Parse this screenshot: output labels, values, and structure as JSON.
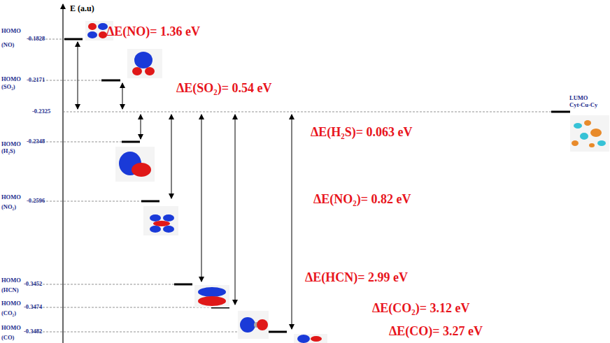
{
  "diagram": {
    "labels": [
      "E (a.u)",
      "HOMO",
      "-0.1828",
      "(NO)",
      "ΔE(NO)= 1.36 eV",
      "HOMO",
      "-0.2171",
      "(SO₂)",
      "ΔE(SO₂)= 0.54 eV",
      "-0.2325",
      "HOMO",
      "-0.2348",
      "(H₂S)",
      "ΔE(H₂S)= 0.063 eV",
      "HOMO",
      "-0.2596",
      "(NO₂)",
      "ΔE(NO₂)= 0.82 eV",
      "HOMO",
      "-0.3452",
      "(HCN)",
      "ΔE(HCN)= 2.99 eV",
      "HOMO",
      "-0.3474",
      "(CO₂)",
      "ΔE(CO₂)= 3.12 eV",
      "HOMO",
      "-0.3482",
      "(CO)",
      "ΔE(CO)= 3.27  eV",
      "LUMO",
      "Cyt-Cu-Cy"
    ]
  }
}
